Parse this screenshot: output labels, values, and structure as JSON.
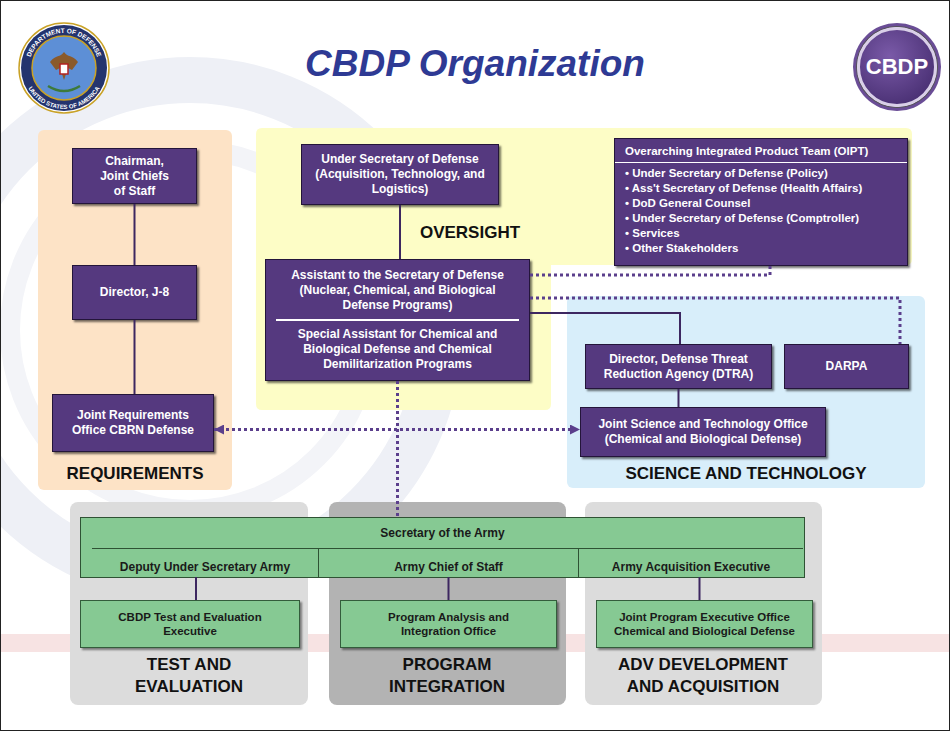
{
  "diagram": {
    "title": "CBDP Organization",
    "nodes": [
      {
        "text": [
          "CBDP"
        ]
      },
      {
        "text": [
          "REQUIREMENTS"
        ]
      },
      {
        "text": [
          "Chairman, Joint Chiefs of Staff"
        ],
        "in": 1
      },
      {
        "text": [
          "Director, J-8"
        ],
        "in": 1
      },
      {
        "text": [
          "Joint Requirements Office CBRN Defense"
        ],
        "in": 1
      },
      {
        "text": [
          "OVERSIGHT"
        ]
      },
      {
        "text": [
          "Under Secretary of Defense (Acquisition, Technology, and Logistics)"
        ],
        "in": 5
      },
      {
        "text": [
          "Overarching Integrated Product Team (OIPT)",
          "• Under Secretary of Defense (Policy)",
          "• Ass't Secretary of Defense (Health Affairs)",
          "• DoD General Counsel",
          "• Under Secretary of Defense (Comptroller)",
          "• Services",
          "• Other Stakeholders"
        ],
        "in": 5
      },
      {
        "text": [
          "Assistant to the Secretary of Defense (Nuclear, Chemical, and Biological Defense Programs)",
          "Special Assistant for Chemical and Biological Defense and Chemical Demilitarization Programs"
        ],
        "in": 5
      },
      {
        "text": [
          "SCIENCE AND TECHNOLOGY"
        ]
      },
      {
        "text": [
          "Director, Defense Threat Reduction Agency (DTRA)"
        ],
        "in": 9
      },
      {
        "text": [
          "DARPA"
        ],
        "in": 9
      },
      {
        "text": [
          "Joint Science and Technology Office (Chemical and Biological Defense)"
        ],
        "in": 9
      },
      {
        "text": [
          "TEST AND EVALUATION"
        ]
      },
      {
        "text": [
          "PROGRAM INTEGRATION"
        ]
      },
      {
        "text": [
          "ADV DEVELOPMENT AND ACQUISITION"
        ]
      },
      {
        "text": [
          "Secretary of the Army"
        ]
      },
      {
        "text": [
          "Deputy Under Secretary Army"
        ],
        "in": 16
      },
      {
        "text": [
          "Army Chief of Staff"
        ],
        "in": 16
      },
      {
        "text": [
          "Army Acquisition Executive"
        ],
        "in": 16
      },
      {
        "text": [
          "CBDP Test and Evaluation Executive"
        ],
        "in": 13
      },
      {
        "text": [
          "Program Analysis and Integration Office"
        ],
        "in": 14
      },
      {
        "text": [
          "Joint Program Executive Office Chemical and Biological Defense"
        ],
        "in": 15
      }
    ],
    "edges": [
      {
        "from": 2,
        "to": 3,
        "arrow": "none"
      },
      {
        "from": 3,
        "to": 4,
        "arrow": "none"
      },
      {
        "from": 6,
        "to": 8,
        "arrow": "none"
      },
      {
        "from": 8,
        "to": 7,
        "arrow": "none"
      },
      {
        "from": 8,
        "to": 11,
        "arrow": "none"
      },
      {
        "from": 8,
        "to": 10,
        "arrow": "none"
      },
      {
        "from": 10,
        "to": 12,
        "arrow": "none"
      },
      {
        "from": 4,
        "to": 12,
        "arrow": "both"
      },
      {
        "from": 8,
        "to": 16,
        "arrow": "none"
      },
      {
        "from": 17,
        "to": 20,
        "arrow": "none"
      },
      {
        "from": 18,
        "to": 21,
        "arrow": "none"
      },
      {
        "from": 19,
        "to": 22,
        "arrow": "none"
      }
    ],
    "labels": [
      "DEPARTMENT OF DEFENSE",
      "UNITED STATES OF AMERICA"
    ]
  }
}
